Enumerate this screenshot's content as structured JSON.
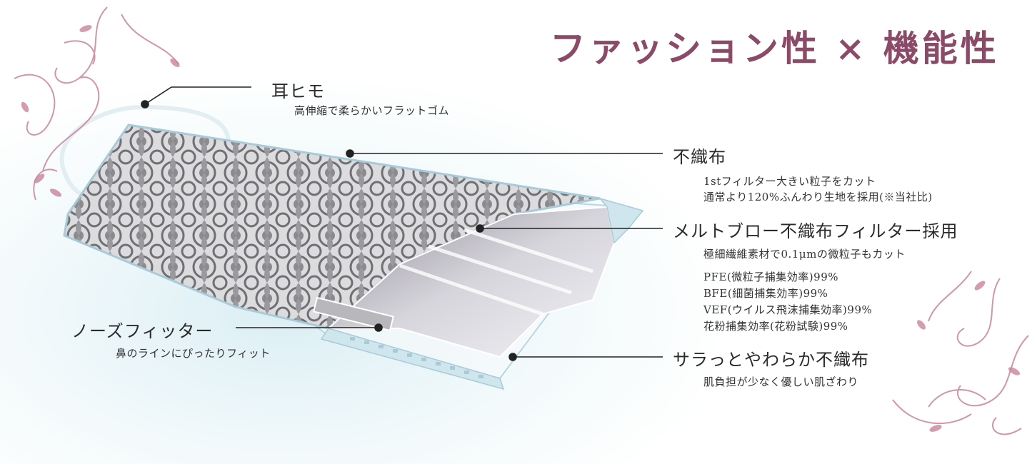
{
  "title": "ファッション性 × 機能性",
  "callouts": {
    "ear_loop": {
      "label": "耳ヒモ",
      "desc": "高伸縮で柔らかいフラットゴム"
    },
    "nonwoven": {
      "label": "不織布",
      "desc": [
        "1stフィルター大きい粒子をカット",
        "通常より120%ふんわり生地を採用(※当社比)"
      ]
    },
    "meltblown": {
      "label": "メルトブロー不織布フィルター採用",
      "desc": "極細繊維素材で0.1μmの微粒子もカット"
    },
    "specs": [
      "PFE(微粒子捕集効率)99%",
      "BFE(細菌捕集効率)99%",
      "VEF(ウイルス飛沫捕集効率)99%",
      "花粉捕集効率(花粉試験)99%"
    ],
    "nose": {
      "label": "ノーズフィッター",
      "desc": "鼻のラインにぴったりフィット"
    },
    "smooth": {
      "label": "サラっとやわらか不織布",
      "desc": "肌負担が少なく優しい肌ざわり"
    }
  },
  "colors": {
    "title": "#8a4a68",
    "ornament": "#c9849c",
    "mask_blue": "#cfe6ef",
    "lace_gray": "#7c7c80",
    "dot": "#222222"
  },
  "icons": [
    "floral-ornament-left-icon",
    "floral-ornament-right-icon"
  ]
}
